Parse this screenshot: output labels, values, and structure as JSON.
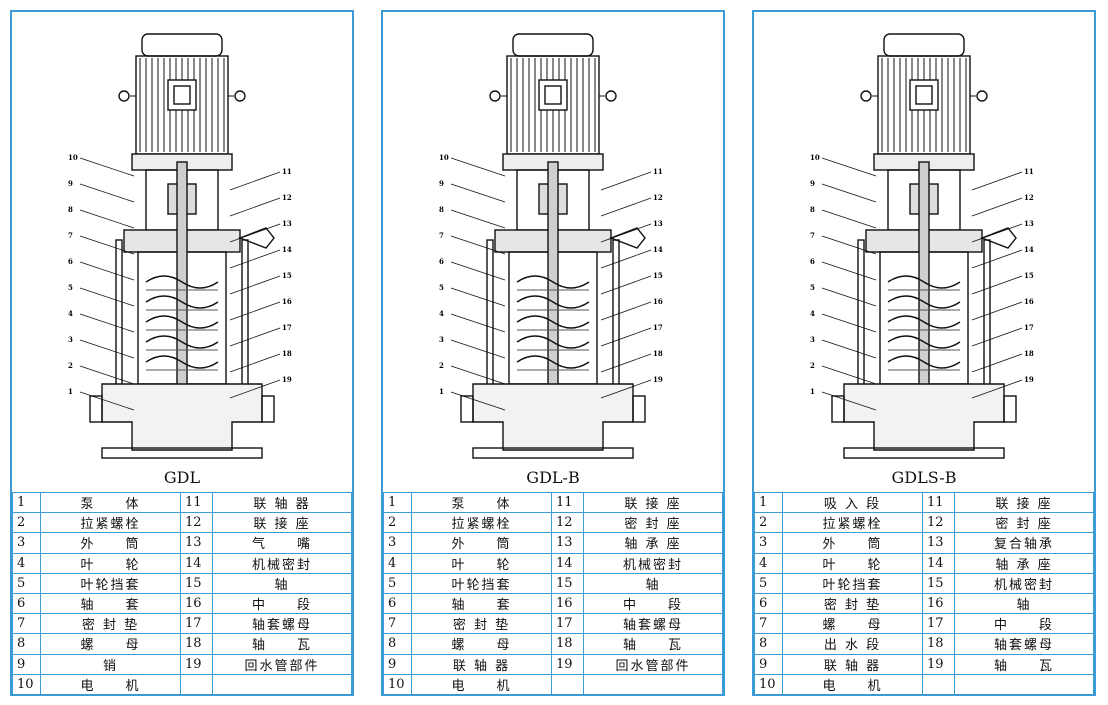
{
  "panels": [
    {
      "title": "GDL",
      "parts": [
        [
          "1",
          "泵　　体",
          "11",
          "联 轴 器"
        ],
        [
          "2",
          "拉紧螺栓",
          "12",
          "联 接 座"
        ],
        [
          "3",
          "外　　筒",
          "13",
          "气　　嘴"
        ],
        [
          "4",
          "叶　　轮",
          "14",
          "机械密封"
        ],
        [
          "5",
          "叶轮挡套",
          "15",
          "轴"
        ],
        [
          "6",
          "轴　　套",
          "16",
          "中　　段"
        ],
        [
          "7",
          "密 封 垫",
          "17",
          "轴套螺母"
        ],
        [
          "8",
          "螺　　母",
          "18",
          "轴　　瓦"
        ],
        [
          "9",
          "销",
          "19",
          "回水管部件"
        ],
        [
          "10",
          "电　　机",
          "",
          ""
        ]
      ],
      "labels_left": [
        "10",
        "9",
        "8",
        "7",
        "6",
        "5",
        "4",
        "3",
        "2",
        "1"
      ],
      "labels_right": [
        "11",
        "12",
        "13",
        "14",
        "15",
        "16",
        "17",
        "18",
        "19"
      ]
    },
    {
      "title": "GDL-B",
      "parts": [
        [
          "1",
          "泵　　体",
          "11",
          "联 接 座"
        ],
        [
          "2",
          "拉紧螺栓",
          "12",
          "密 封 座"
        ],
        [
          "3",
          "外　　筒",
          "13",
          "轴 承 座"
        ],
        [
          "4",
          "叶　　轮",
          "14",
          "机械密封"
        ],
        [
          "5",
          "叶轮挡套",
          "15",
          "轴"
        ],
        [
          "6",
          "轴　　套",
          "16",
          "中　　段"
        ],
        [
          "7",
          "密 封 垫",
          "17",
          "轴套螺母"
        ],
        [
          "8",
          "螺　　母",
          "18",
          "轴　　瓦"
        ],
        [
          "9",
          "联 轴 器",
          "19",
          "回水管部件"
        ],
        [
          "10",
          "电　　机",
          "",
          ""
        ]
      ],
      "labels_left": [
        "10",
        "9",
        "8",
        "7",
        "6",
        "5",
        "4",
        "3",
        "2",
        "1"
      ],
      "labels_right": [
        "11",
        "12",
        "13",
        "14",
        "15",
        "16",
        "17",
        "18",
        "19"
      ]
    },
    {
      "title": "GDLS-B",
      "parts": [
        [
          "1",
          "吸 入 段",
          "11",
          "联 接 座"
        ],
        [
          "2",
          "拉紧螺栓",
          "12",
          "密 封 座"
        ],
        [
          "3",
          "外　　筒",
          "13",
          "复合轴承"
        ],
        [
          "4",
          "叶　　轮",
          "14",
          "轴 承 座"
        ],
        [
          "5",
          "叶轮挡套",
          "15",
          "机械密封"
        ],
        [
          "6",
          "密 封 垫",
          "16",
          "轴"
        ],
        [
          "7",
          "螺　　母",
          "17",
          "中　　段"
        ],
        [
          "8",
          "出 水 段",
          "18",
          "轴套螺母"
        ],
        [
          "9",
          "联 轴 器",
          "19",
          "轴　　瓦"
        ],
        [
          "10",
          "电　　机",
          "",
          ""
        ]
      ],
      "labels_left": [
        "10",
        "9",
        "8",
        "7",
        "6",
        "5",
        "4",
        "3",
        "2",
        "1"
      ],
      "labels_right": [
        "11",
        "12",
        "13",
        "14",
        "15",
        "16",
        "17",
        "18",
        "19"
      ]
    }
  ]
}
